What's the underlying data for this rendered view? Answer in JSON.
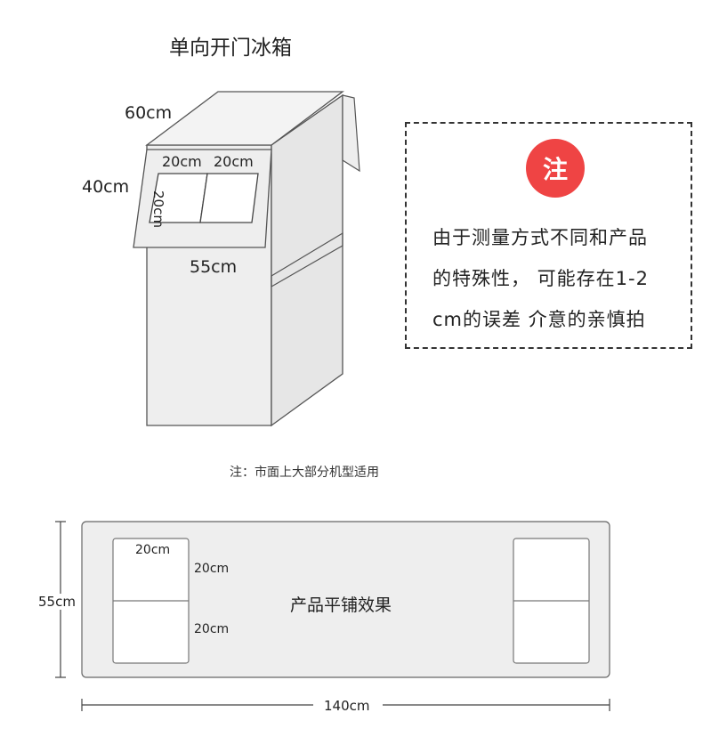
{
  "title": "单向开门冰箱",
  "fridge": {
    "depth_label": "60cm",
    "height_label": "40cm",
    "width_label": "55cm",
    "panel_w1": "20cm",
    "panel_w2": "20cm",
    "panel_h": "20cm"
  },
  "note": {
    "badge": "注",
    "lines": [
      "由于测量方式不同和产品",
      "的特殊性， 可能存在1-2",
      "cm的误差   介意的亲慎拍"
    ]
  },
  "caption": "注：市面上大部分机型适用",
  "flat": {
    "title": "产品平铺效果",
    "height_label": "55cm",
    "width_label": "140cm",
    "panel_width": "20cm",
    "panel_h1": "20cm",
    "panel_h2": "20cm"
  },
  "colors": {
    "accent": "#ef4444",
    "cover_fill": "#eeeeee",
    "outline": "#555555"
  }
}
